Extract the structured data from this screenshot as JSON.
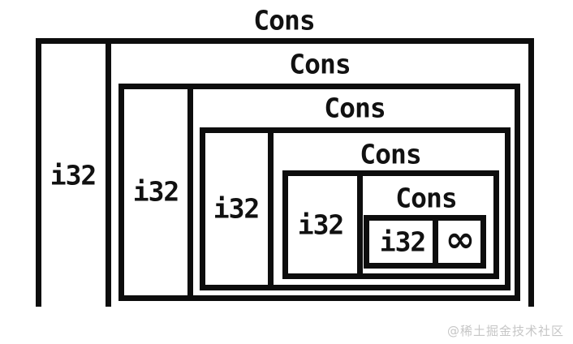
{
  "diagram": {
    "description": "nested-cons-list",
    "levels": [
      {
        "label": "Cons",
        "value": "i32"
      },
      {
        "label": "Cons",
        "value": "i32"
      },
      {
        "label": "Cons",
        "value": "i32"
      },
      {
        "label": "Cons",
        "value": "i32"
      },
      {
        "label": "Cons",
        "value": "i32",
        "tail": "∞"
      }
    ]
  },
  "watermark": {
    "text": "@稀土掘金技术社区"
  },
  "colors": {
    "line": "#0d0d0d",
    "background": "#ffffff",
    "watermark": "#c6c6c6"
  }
}
